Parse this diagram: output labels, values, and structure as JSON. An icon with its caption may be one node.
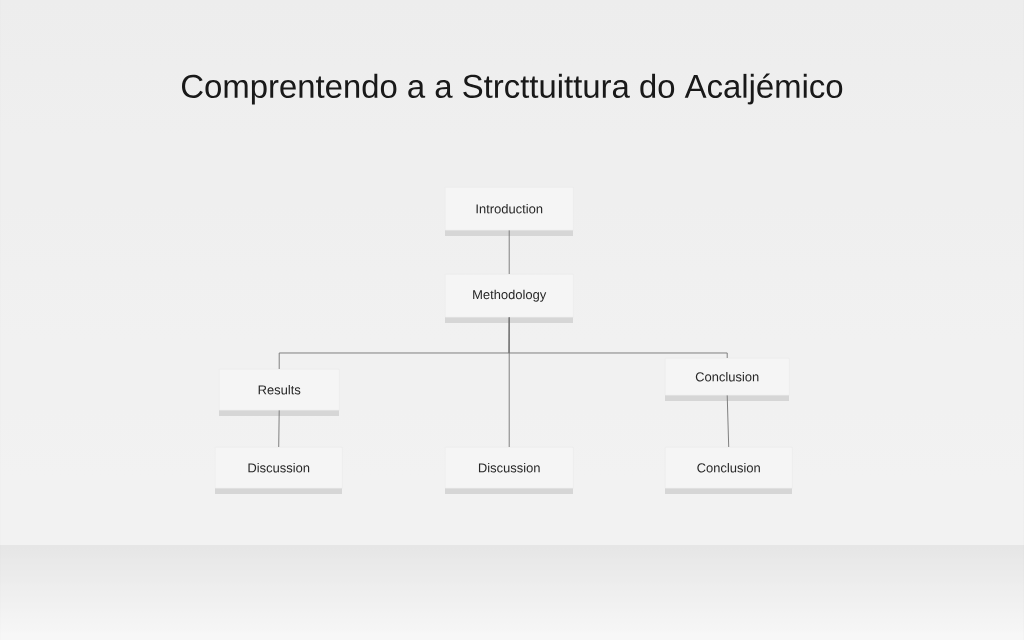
{
  "diagram": {
    "title": "Comprentendo a a Strcttuittura do Acaljémico",
    "nodes": [
      {
        "text": [
          "Introduction"
        ]
      },
      {
        "text": [
          "Methodology"
        ]
      },
      {
        "text": [
          "Results"
        ]
      },
      {
        "text": [
          "Conclusion"
        ]
      },
      {
        "text": [
          "Discussion"
        ]
      },
      {
        "text": [
          "Discussion"
        ]
      },
      {
        "text": [
          "Conclusion"
        ]
      }
    ],
    "edges": [
      {
        "from": 0,
        "to": 1,
        "arrow": "none"
      },
      {
        "from": 1,
        "to": 2,
        "arrow": "none"
      },
      {
        "from": 1,
        "to": 5,
        "arrow": "none"
      },
      {
        "from": 1,
        "to": 3,
        "arrow": "none"
      },
      {
        "from": 2,
        "to": 4,
        "arrow": "none"
      },
      {
        "from": 3,
        "to": 6,
        "arrow": "none"
      }
    ]
  }
}
